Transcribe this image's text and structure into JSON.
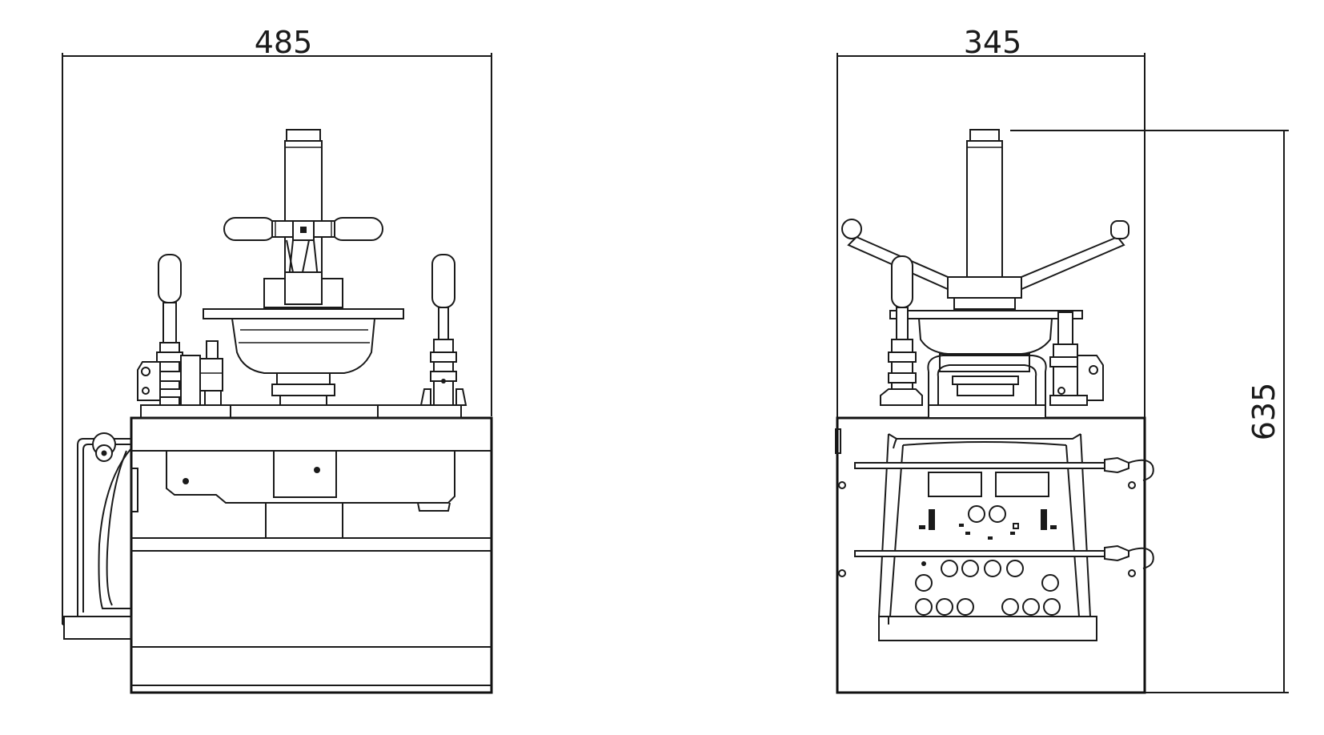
{
  "dimensions": {
    "front_width": "485",
    "side_width": "345",
    "height": "635"
  },
  "colors": {
    "line": "#1a1a1a",
    "background": "#ffffff"
  }
}
